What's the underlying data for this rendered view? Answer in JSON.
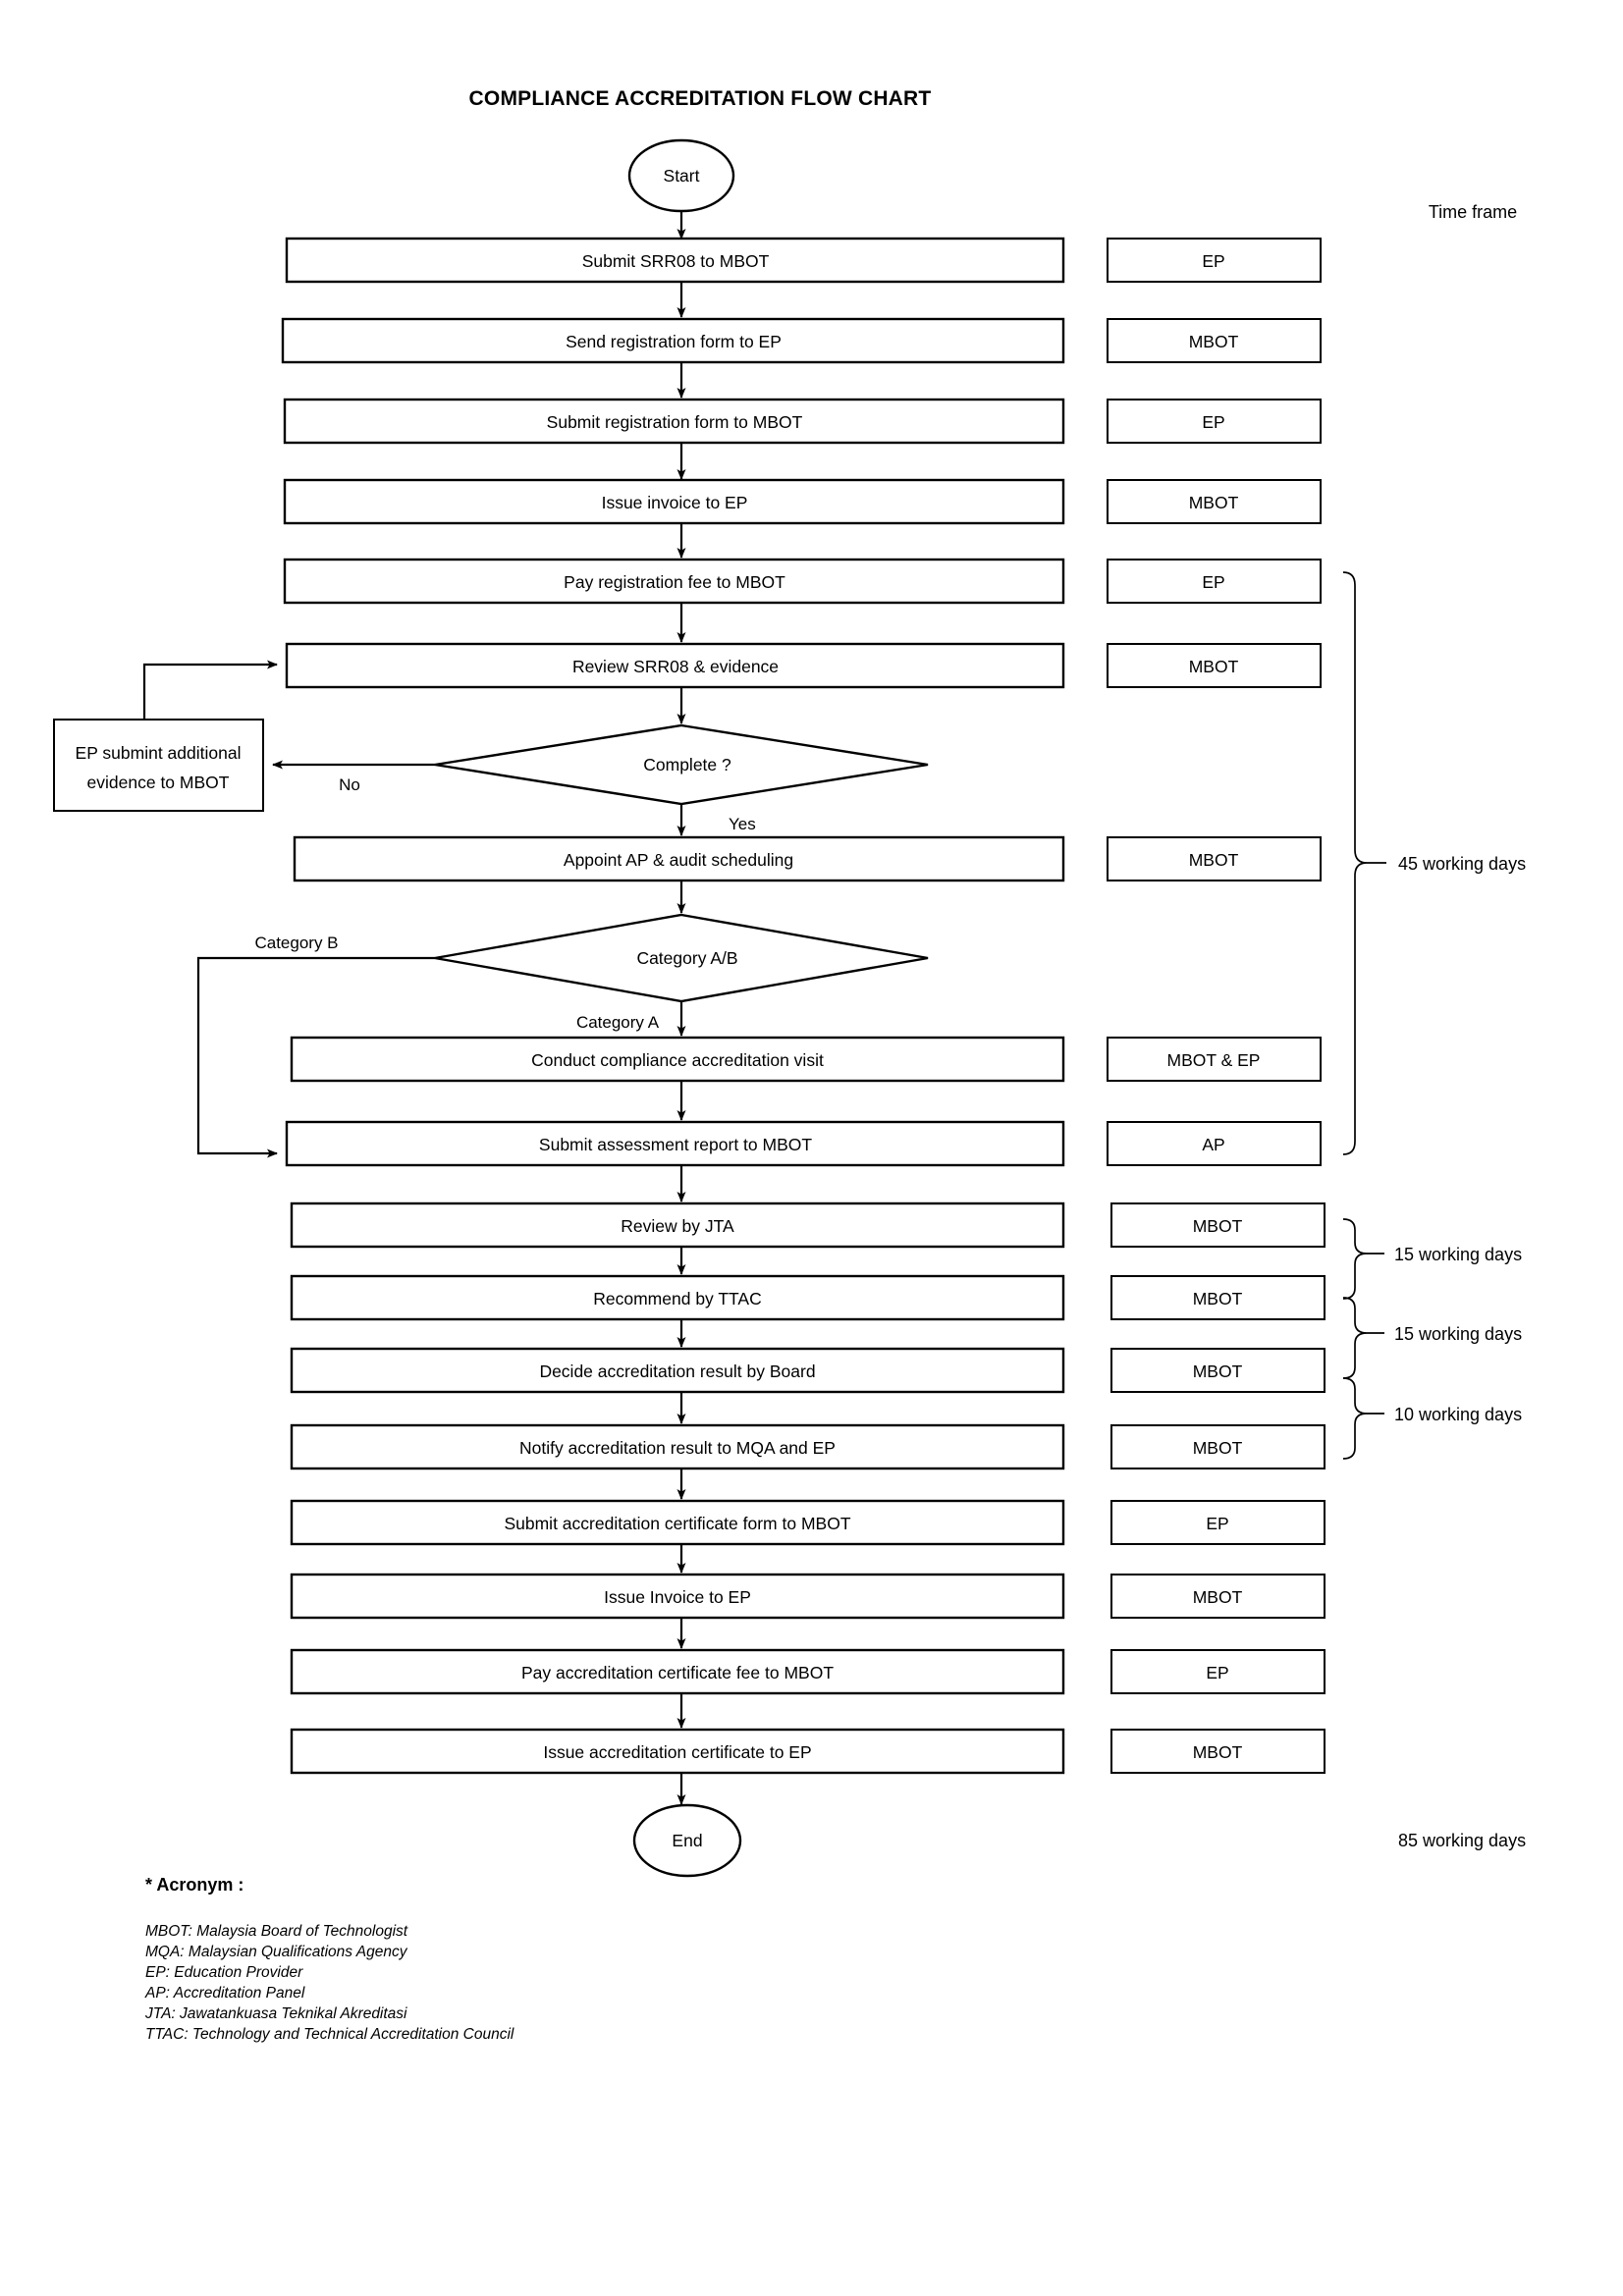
{
  "document": {
    "title": "COMPLIANCE ACCREDITATION FLOW CHART",
    "time_frame_header": "Time frame",
    "total_time": "85 working days"
  },
  "terminals": {
    "start": "Start",
    "end": "End"
  },
  "process_steps": [
    {
      "label": "Submit SRR08 to MBOT",
      "actor": "EP"
    },
    {
      "label": "Send registration form to EP",
      "actor": "MBOT"
    },
    {
      "label": "Submit registration form to MBOT",
      "actor": "EP"
    },
    {
      "label": "Issue invoice to EP",
      "actor": "MBOT"
    },
    {
      "label": "Pay registration fee to MBOT",
      "actor": "EP"
    },
    {
      "label": "Review SRR08 & evidence",
      "actor": "MBOT"
    },
    {
      "label": "Appoint AP & audit scheduling",
      "actor": "MBOT"
    },
    {
      "label": "Conduct compliance accreditation visit",
      "actor": "MBOT & EP"
    },
    {
      "label": "Submit assessment report to MBOT",
      "actor": "AP"
    },
    {
      "label": "Review by JTA",
      "actor": "MBOT"
    },
    {
      "label": "Recommend by TTAC",
      "actor": "MBOT"
    },
    {
      "label": "Decide accreditation result by Board",
      "actor": "MBOT"
    },
    {
      "label": "Notify accreditation result to MQA and EP",
      "actor": "MBOT"
    },
    {
      "label": "Submit accreditation certificate form to MBOT",
      "actor": "EP"
    },
    {
      "label": "Issue Invoice to EP",
      "actor": "MBOT"
    },
    {
      "label": "Pay accreditation certificate fee to MBOT",
      "actor": "EP"
    },
    {
      "label": "Issue accreditation certificate to EP",
      "actor": "MBOT"
    }
  ],
  "decisions": [
    {
      "label": "Complete ?",
      "branch_no": "No",
      "branch_yes": "Yes"
    },
    {
      "label": "Category A/B",
      "branch_left": "Category B",
      "branch_down": "Category A"
    }
  ],
  "rework_box": {
    "line1": "EP submint additional",
    "line2": "evidence to MBOT"
  },
  "time_brackets": [
    {
      "label": "45 working days"
    },
    {
      "label": "15 working days"
    },
    {
      "label": "15 working days"
    },
    {
      "label": "10 working days"
    }
  ],
  "acronyms": {
    "heading": "* Acronym :",
    "items": [
      "MBOT: Malaysia Board of Technologist",
      "MQA: Malaysian Qualifications Agency",
      "EP: Education Provider",
      "AP: Accreditation Panel",
      "JTA: Jawatankuasa Teknikal Akreditasi",
      "TTAC: Technology and Technical Accreditation Council"
    ]
  },
  "colors": {
    "stroke": "#000000",
    "fill": "#ffffff",
    "text": "#000000"
  }
}
